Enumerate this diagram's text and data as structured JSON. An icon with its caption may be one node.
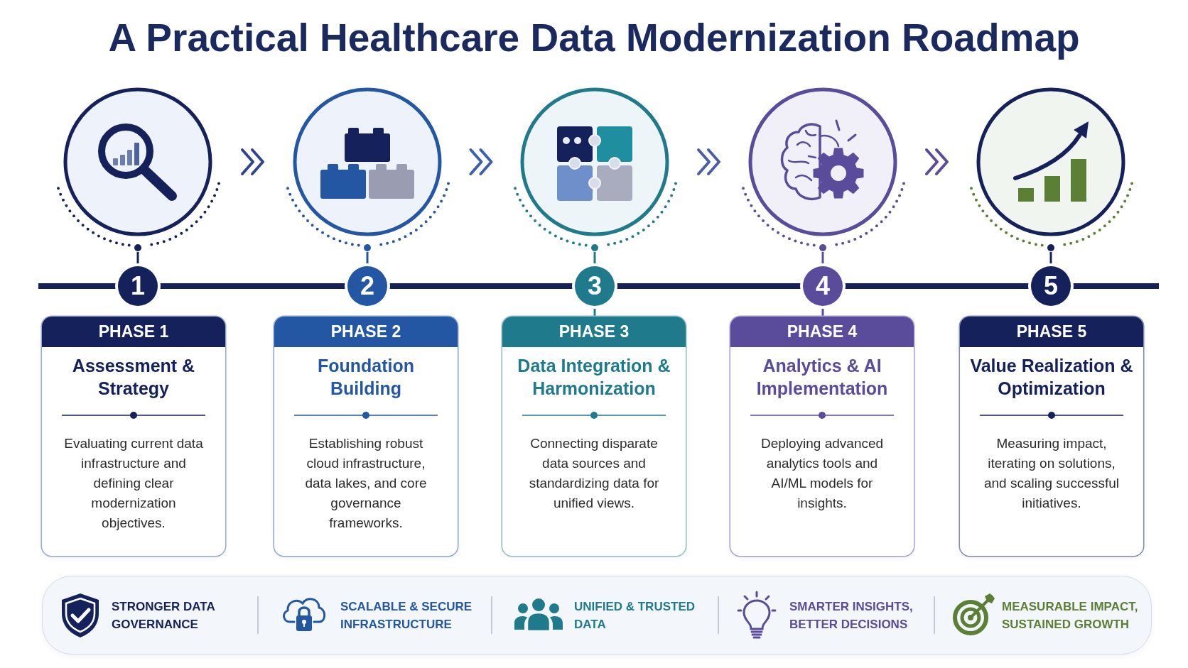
{
  "diagram": {
    "title": "A Practical Healthcare Data Modernization Roadmap",
    "nodes": [
      {
        "text": [],
        "shape": "picture"
      },
      {
        "text": [],
        "shape": "picture"
      },
      {
        "text": [],
        "shape": "picture"
      },
      {
        "text": [],
        "shape": "picture"
      },
      {
        "text": [],
        "shape": "picture"
      },
      {
        "text": [
          "1"
        ]
      },
      {
        "text": [
          "2"
        ]
      },
      {
        "text": [
          "3"
        ]
      },
      {
        "text": [
          "4"
        ]
      },
      {
        "text": [
          "5"
        ]
      },
      {
        "text": [
          "PHASE 1",
          "Assessment & Strategy",
          "Evaluating current data infrastructure and defining clear modernization objectives."
        ]
      },
      {
        "text": [
          "PHASE 2",
          "Foundation Building",
          "Establishing robust cloud infrastructure, data lakes, and core governance frameworks."
        ]
      },
      {
        "text": [
          "PHASE 3",
          "Data Integration & Harmonization",
          "Connecting disparate data sources and standardizing data for unified views."
        ]
      },
      {
        "text": [
          "PHASE 4",
          "Analytics & AI Implementation",
          "Deploying advanced analytics tools and AI/ML models for insights."
        ]
      },
      {
        "text": [
          "PHASE 5",
          "Value Realization & Optimization",
          "Measuring impact, iterating on solutions, and scaling successful initiatives."
        ]
      }
    ],
    "edges": [
      {
        "from": 0,
        "to": 1,
        "arrow": "to",
        "color": "#2e4590"
      },
      {
        "from": 1,
        "to": 2,
        "arrow": "to",
        "color": "#3a5fae"
      },
      {
        "from": 2,
        "to": 3,
        "arrow": "to",
        "color": "#4a5cab"
      },
      {
        "from": 3,
        "to": 4,
        "arrow": "to",
        "color": "#5b4b9b"
      },
      {
        "from": 0,
        "to": 5,
        "arrow": "none"
      },
      {
        "from": 1,
        "to": 6,
        "arrow": "none",
        "color": "#2457a3"
      },
      {
        "from": 2,
        "to": 7,
        "arrow": "none",
        "color": "#1f7a8c"
      },
      {
        "from": 3,
        "to": 8,
        "arrow": "none",
        "color": "#5b4b9b"
      },
      {
        "from": 4,
        "to": 9,
        "arrow": "none"
      },
      {
        "from": null,
        "to": 5,
        "arrow": "none",
        "style": "thick"
      },
      {
        "from": 5,
        "to": 6,
        "arrow": "none",
        "style": "thick"
      },
      {
        "from": 6,
        "to": 7,
        "arrow": "none",
        "style": "thick"
      },
      {
        "from": 7,
        "to": 8,
        "arrow": "none",
        "style": "thick"
      },
      {
        "from": 8,
        "to": 9,
        "arrow": "none",
        "style": "thick"
      },
      {
        "from": 9,
        "to": null,
        "arrow": "none",
        "style": "thick"
      },
      {
        "from": 7,
        "to": 12,
        "arrow": "none",
        "color": "#1f7a8c"
      },
      {
        "from": 8,
        "to": 13,
        "arrow": "none",
        "color": "#5b4b9b"
      }
    ],
    "labels": [
      "STRONGER DATA GOVERNANCE",
      "SCALABLE & SECURE INFRASTRUCTURE",
      "UNIFIED & TRUSTED DATA",
      "SMARTER INSIGHTS, BETTER DECISIONS",
      "MEASURABLE IMPACT, SUSTAINED GROWTH"
    ]
  }
}
